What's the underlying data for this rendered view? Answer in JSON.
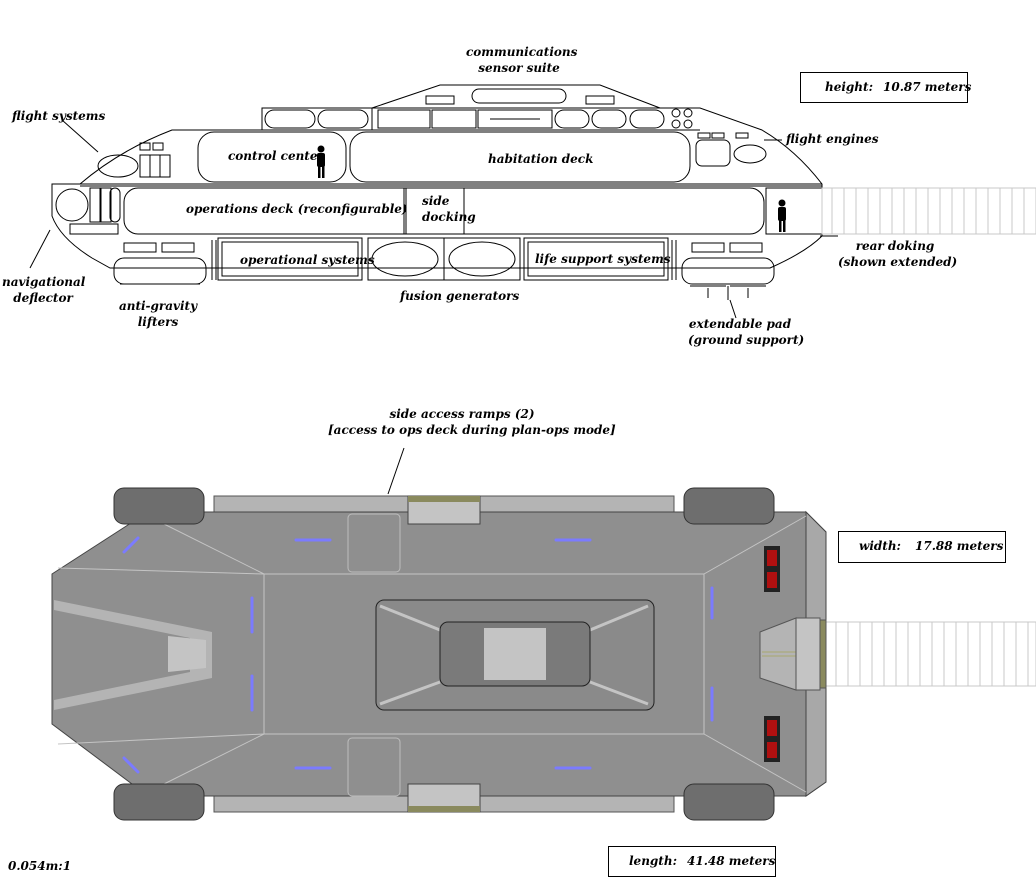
{
  "side_view": {
    "labels": {
      "comm_sensor": "communications\nsensor suite",
      "flight_systems": "flight systems",
      "control_center": "control center",
      "habitation_deck": "habitation deck",
      "flight_engines": "flight engines",
      "operations_deck": "operations deck (reconfigurable)",
      "side_docking": "side\ndocking",
      "operational_systems": "operational systems",
      "life_support": "life support systems",
      "fusion_generators": "fusion generators",
      "nav_deflector": "navigational\ndeflector",
      "anti_gravity": "anti-gravity\nlifters",
      "extendable_pad": "extendable pad\n(ground support)",
      "rear_docking": "rear doking\n(shown extended)"
    },
    "height": {
      "label": "height:",
      "value": "10.87 meters"
    }
  },
  "top_view": {
    "labels": {
      "side_ramps": "side access ramps (2)\n[access to ops deck during plan-ops mode]"
    },
    "width": {
      "label": "width:",
      "value": "17.88 meters"
    },
    "length": {
      "label": "length:",
      "value": "41.48 meters"
    }
  },
  "scale": "0.054m:1",
  "colors": {
    "hull": "#8f8f8f",
    "hull_light": "#a8a8a8",
    "hull_dark": "#6e6e6e",
    "panel_light": "#c4c4c4",
    "accent_blue": "#7b7bff",
    "accent_red": "#b01010",
    "hatch_olive": "#8a8a5e"
  }
}
